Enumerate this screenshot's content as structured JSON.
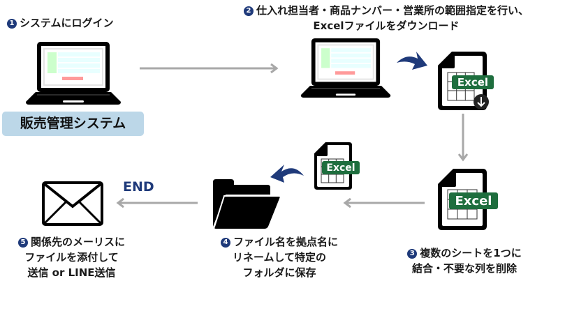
{
  "steps": [
    {
      "number": "1",
      "text": "システムにログイン",
      "lines": [
        "システムにログイン"
      ]
    },
    {
      "number": "2",
      "lines": [
        "仕入れ担当者・商品ナンバー・営業所の範囲指定を行い、",
        "Excelファイルをダウンロード"
      ]
    },
    {
      "number": "3",
      "lines": [
        "複数のシートを1つに",
        "結合・不要な列を削除"
      ]
    },
    {
      "number": "4",
      "lines": [
        "ファイル名を拠点名に",
        "リネームして特定の",
        "フォルダに保存"
      ]
    },
    {
      "number": "5",
      "lines": [
        "関係先のメーリスに",
        "ファイルを添付して",
        "送信 or LINE送信"
      ]
    }
  ],
  "system_badge": "販売管理システム",
  "end_label": "END",
  "excel_label": "Excel",
  "icons": [
    "laptop-icon",
    "laptop-icon",
    "excel-download-icon",
    "excel-file-icon",
    "excel-file-icon",
    "folder-icon",
    "envelope-icon"
  ],
  "colors": {
    "accent_navy": "#1f3a7a",
    "excel_green": "#1e6e3e",
    "arrow_gray": "#a8a8a8",
    "badge_blue": "#bcd7e8"
  }
}
